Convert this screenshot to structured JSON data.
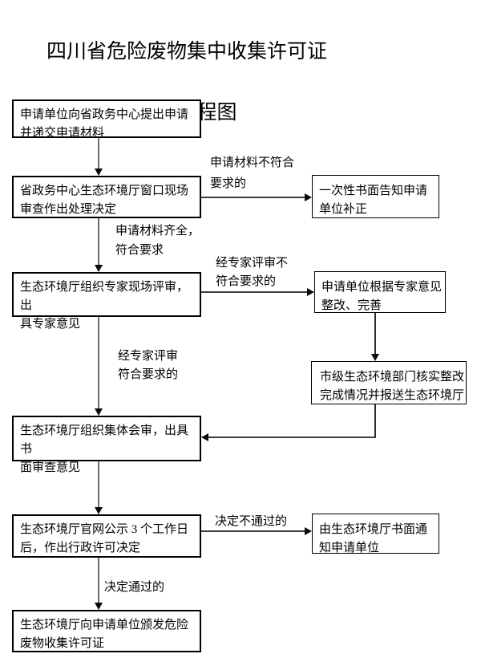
{
  "title": {
    "line1": "四川省危险废物集中收集许可证",
    "line2": "办理流程图"
  },
  "boxes": {
    "apply": [
      "申请单位向省政务中心提出申请",
      "并递交申请材料"
    ],
    "window_review": [
      "省政务中心生态环境厅窗口现场",
      "审查作出处理决定"
    ],
    "notify_correction": [
      "一次性书面告知申请",
      "单位补正"
    ],
    "expert_review": [
      "生态环境厅组织专家现场评审，出",
      "具专家意见"
    ],
    "rectify": [
      "申请单位根据专家意见",
      "整改、完善"
    ],
    "city_verify": [
      "市级生态环境部门核实整改",
      "完成情况并报送生态环境厅"
    ],
    "collective_review": [
      "生态环境厅组织集体会审，出具书",
      "面审查意见"
    ],
    "publicity": [
      "生态环境厅官网公示 3 个工作日",
      "后，作出行政许可决定"
    ],
    "written_notice": [
      "由生态环境厅书面通",
      "知申请单位"
    ],
    "issue_permit": [
      "生态环境厅向申请单位颁发危险",
      "废物收集许可证"
    ]
  },
  "labels": {
    "materials_not_ok": [
      "申请材料不符合",
      "要求的"
    ],
    "materials_ok": [
      "申请材料齐全，",
      "符合要求"
    ],
    "expert_not_ok": [
      "经专家评审不",
      "符合要求的"
    ],
    "expert_ok": [
      "经专家评审",
      "符合要求的"
    ],
    "decision_fail": "决定不通过的",
    "decision_pass": "决定通过的"
  },
  "colors": {
    "box_border": "#000000",
    "line_gray": "#6e6e6e",
    "line_dark": "#3c3c3c",
    "background": "#ffffff"
  }
}
